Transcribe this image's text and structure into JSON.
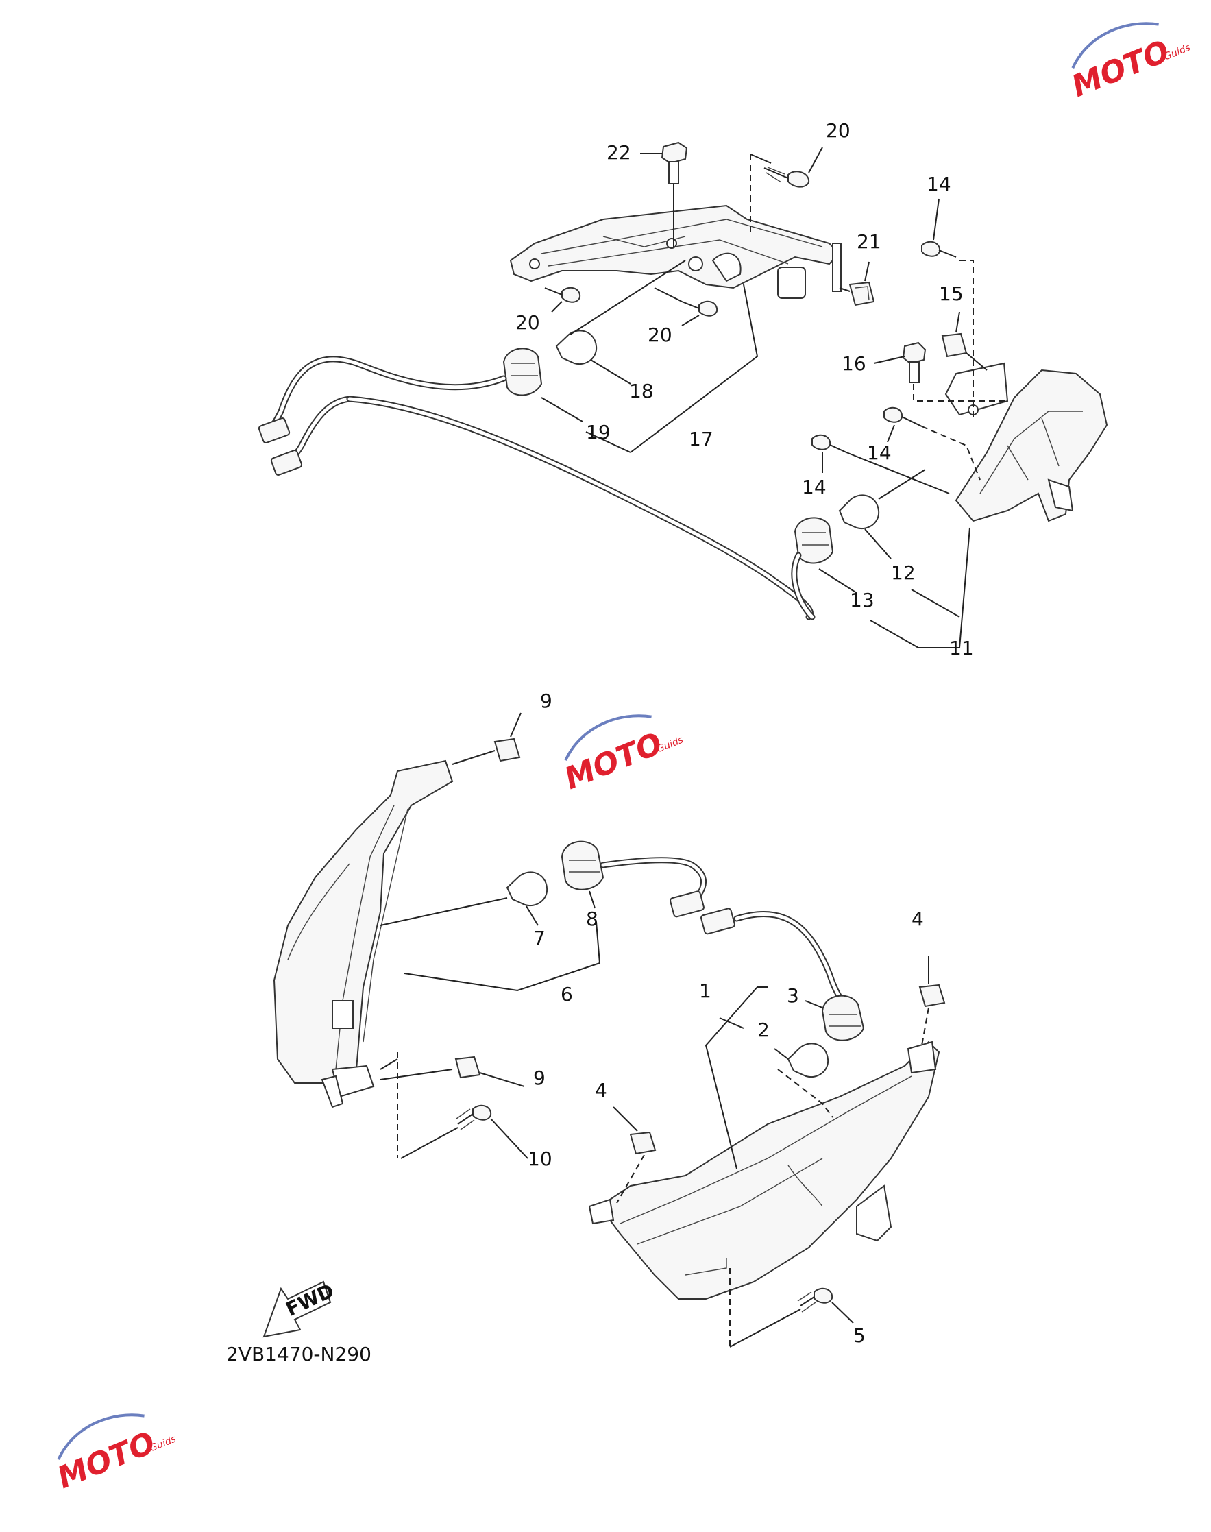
{
  "diagram": {
    "code": "2VB1470-N290",
    "fwd_label": "FWD",
    "watermark": {
      "brand": "MOTO",
      "sub": "Guids",
      "color": "#e0202e",
      "accent": "#6b7fbf"
    },
    "callouts": [
      {
        "id": "c22",
        "text": "22"
      },
      {
        "id": "c20a",
        "text": "20"
      },
      {
        "id": "c14a",
        "text": "14"
      },
      {
        "id": "c21",
        "text": "21"
      },
      {
        "id": "c20b",
        "text": "20"
      },
      {
        "id": "c20c",
        "text": "20"
      },
      {
        "id": "c15",
        "text": "15"
      },
      {
        "id": "c16",
        "text": "16"
      },
      {
        "id": "c18",
        "text": "18"
      },
      {
        "id": "c19",
        "text": "19"
      },
      {
        "id": "c17",
        "text": "17"
      },
      {
        "id": "c14b",
        "text": "14"
      },
      {
        "id": "c14c",
        "text": "14"
      },
      {
        "id": "c12",
        "text": "12"
      },
      {
        "id": "c13",
        "text": "13"
      },
      {
        "id": "c11",
        "text": "11"
      },
      {
        "id": "c9a",
        "text": "9"
      },
      {
        "id": "c8",
        "text": "8"
      },
      {
        "id": "c7",
        "text": "7"
      },
      {
        "id": "c6",
        "text": "6"
      },
      {
        "id": "c4a",
        "text": "4"
      },
      {
        "id": "c1",
        "text": "1"
      },
      {
        "id": "c3",
        "text": "3"
      },
      {
        "id": "c2",
        "text": "2"
      },
      {
        "id": "c9b",
        "text": "9"
      },
      {
        "id": "c4b",
        "text": "4"
      },
      {
        "id": "c10",
        "text": "10"
      },
      {
        "id": "c5",
        "text": "5"
      }
    ]
  }
}
